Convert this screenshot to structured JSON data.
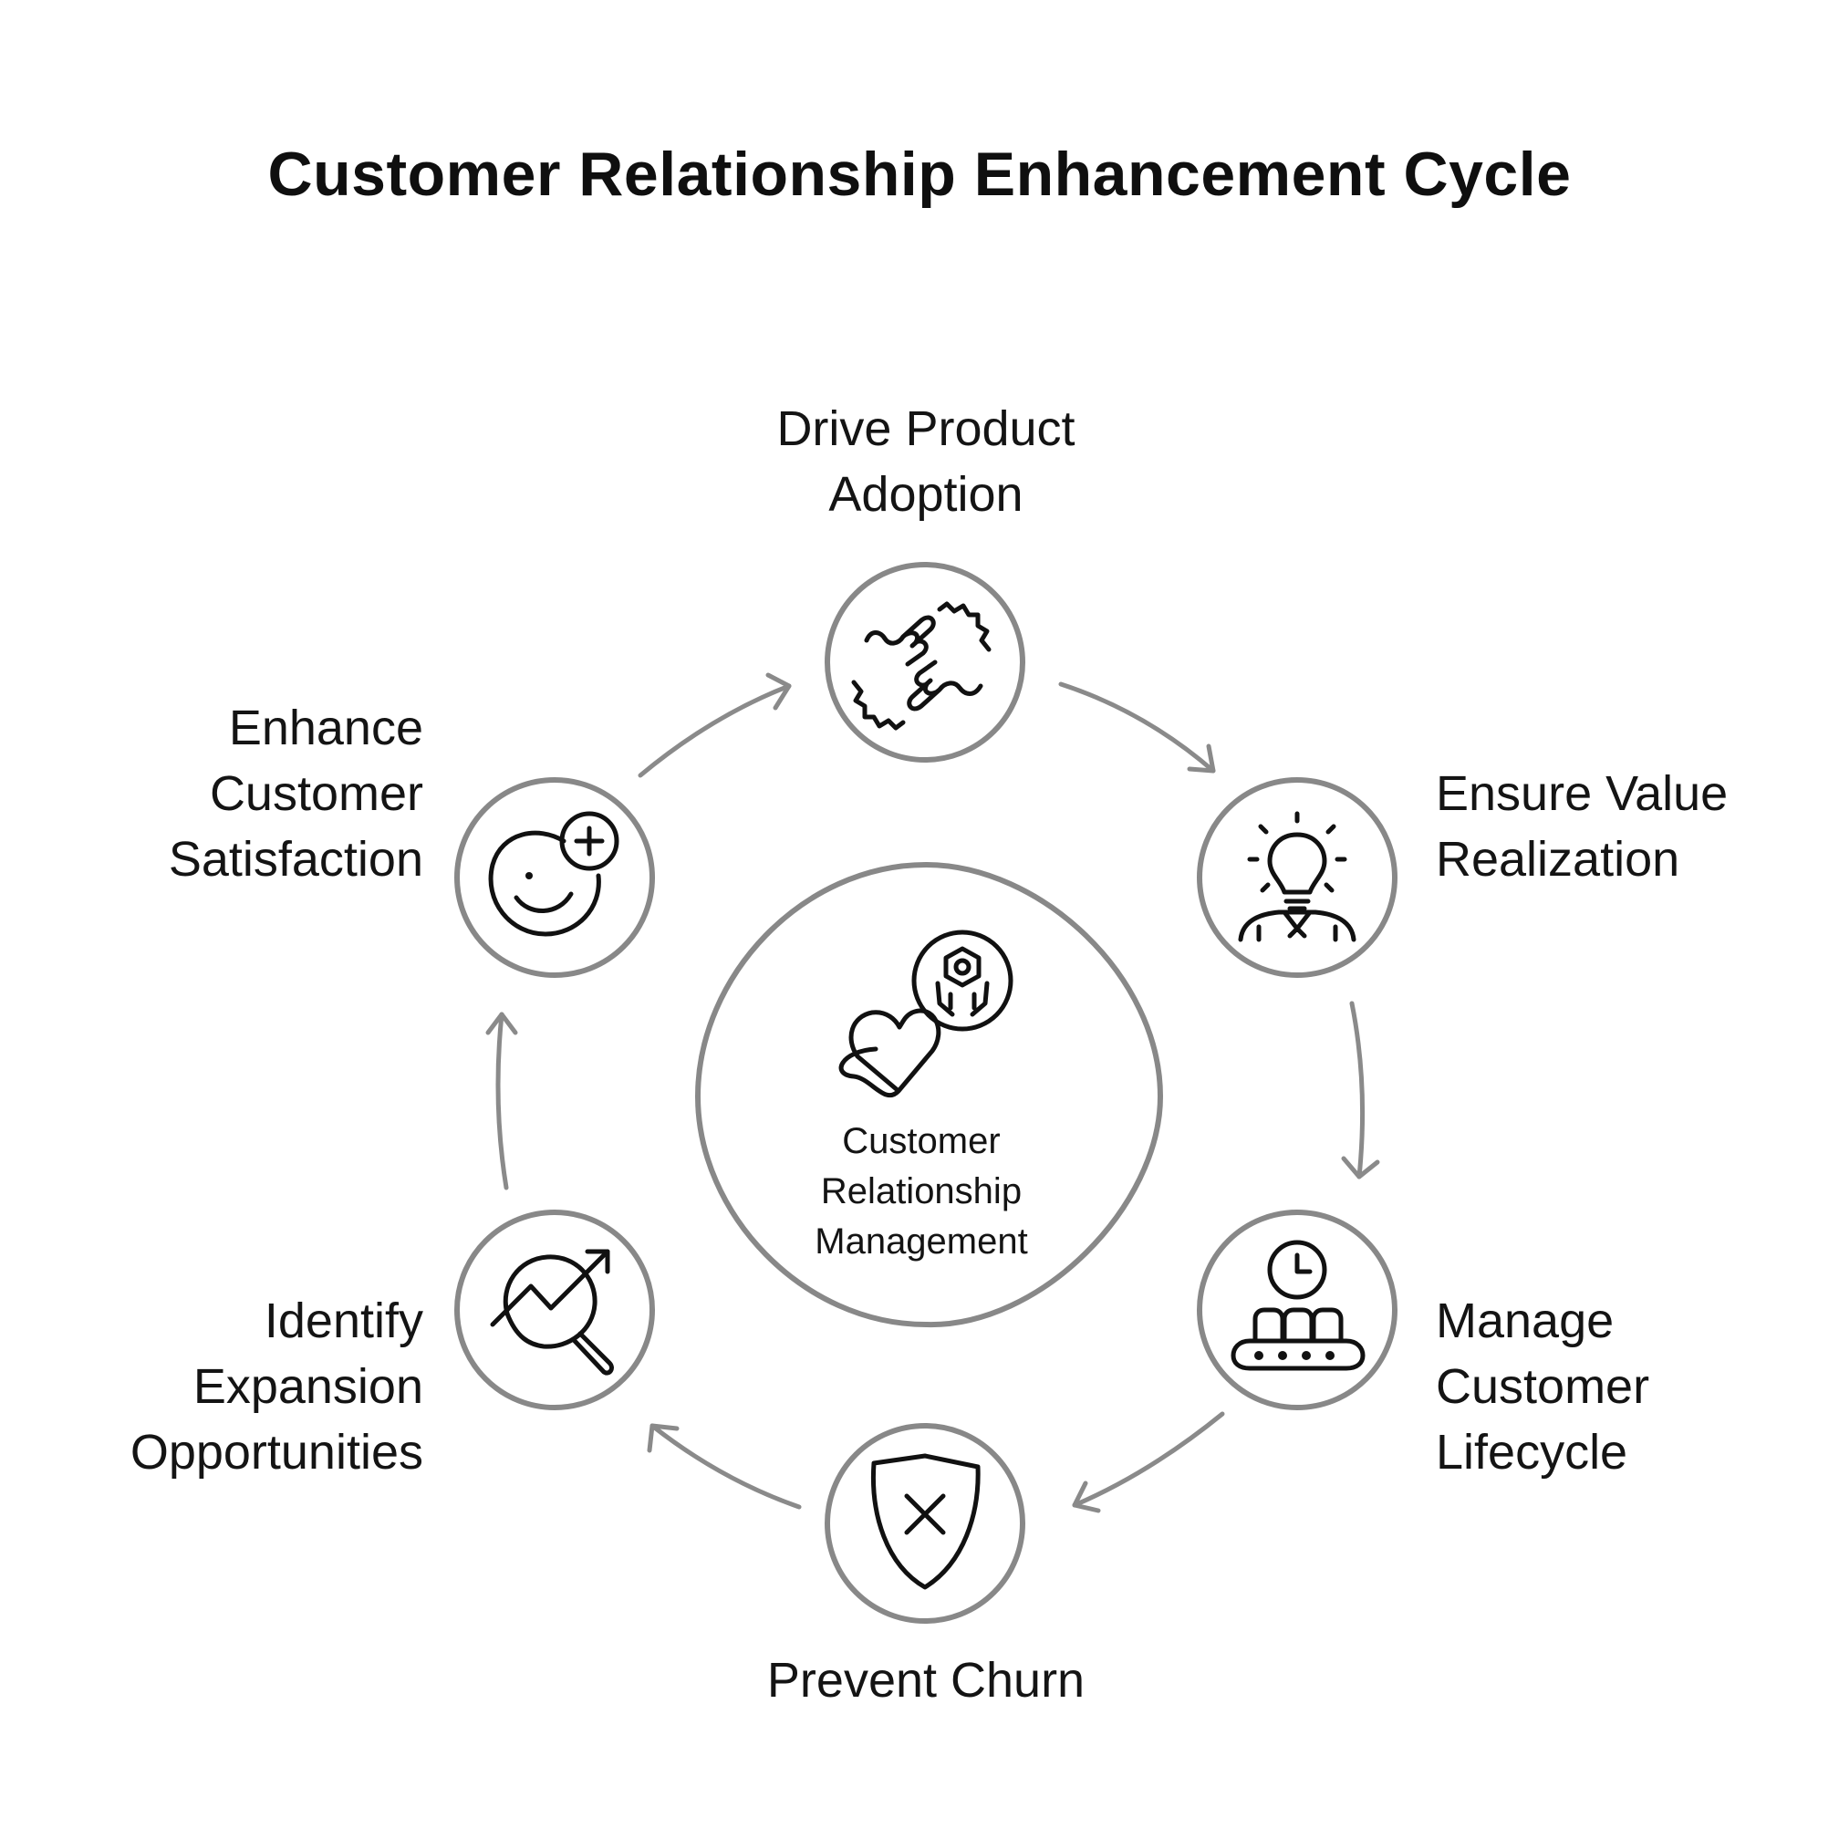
{
  "title": "Customer Relationship Enhancement Cycle",
  "center": {
    "lines": [
      "Customer",
      "Relationship",
      "Management"
    ],
    "icon": "heart-with-hexagon-nut-in-hands-icon"
  },
  "steps": [
    {
      "lines": [
        "Drive Product",
        "Adoption"
      ],
      "icon": "handshake-gears-icon"
    },
    {
      "lines": [
        "Ensure Value",
        "Realization"
      ],
      "icon": "lightbulb-person-icon"
    },
    {
      "lines": [
        "Manage",
        "Customer",
        "Lifecycle"
      ],
      "icon": "clock-conveyor-icon"
    },
    {
      "lines": [
        "Prevent Churn"
      ],
      "icon": "shield-x-icon"
    },
    {
      "lines": [
        "Identify",
        "Expansion",
        "Opportunities"
      ],
      "icon": "magnifier-trend-icon"
    },
    {
      "lines": [
        "Enhance",
        "Customer",
        "Satisfaction"
      ],
      "icon": "smiley-plus-icon"
    }
  ],
  "colors": {
    "ring": "#888888",
    "arrow": "#8a8a8a",
    "icon": "#111111",
    "text": "#141414"
  }
}
